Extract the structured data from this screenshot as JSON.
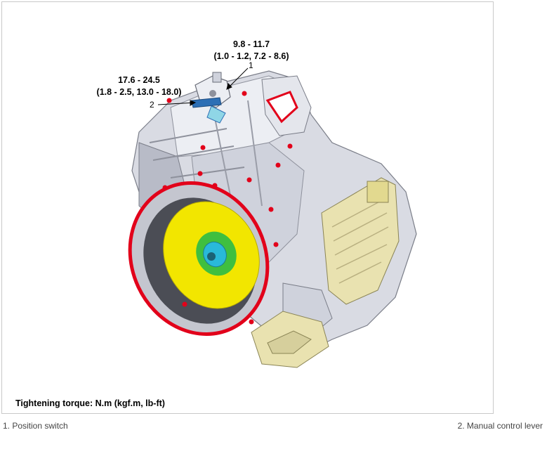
{
  "torque_specs": [
    {
      "line1": "9.8 - 11.7",
      "line2": "(1.0 - 1.2, 7.2 - 8.6)"
    },
    {
      "line1": "17.6 - 24.5",
      "line2": "(1.8 - 2.5, 13.0 - 18.0)"
    }
  ],
  "callouts": [
    "1",
    "2"
  ],
  "torque_note": "Tightening torque: N.m (kgf.m, lb-ft)",
  "legend": [
    "1. Position switch",
    "2. Manual control lever"
  ],
  "colors": {
    "housing": "#d9dbe3",
    "housing_shadow": "#a8abb8",
    "bolt_highlight": "#e2001a",
    "flange_outline": "#e2001a",
    "torque_converter": "#f2e600",
    "hub_green": "#3fbf3f",
    "hub_cyan": "#29b9d9",
    "valve_body": "#e9e2b0",
    "lever_blue": "#2d6fb5",
    "frame_border": "#c9c9c9"
  }
}
